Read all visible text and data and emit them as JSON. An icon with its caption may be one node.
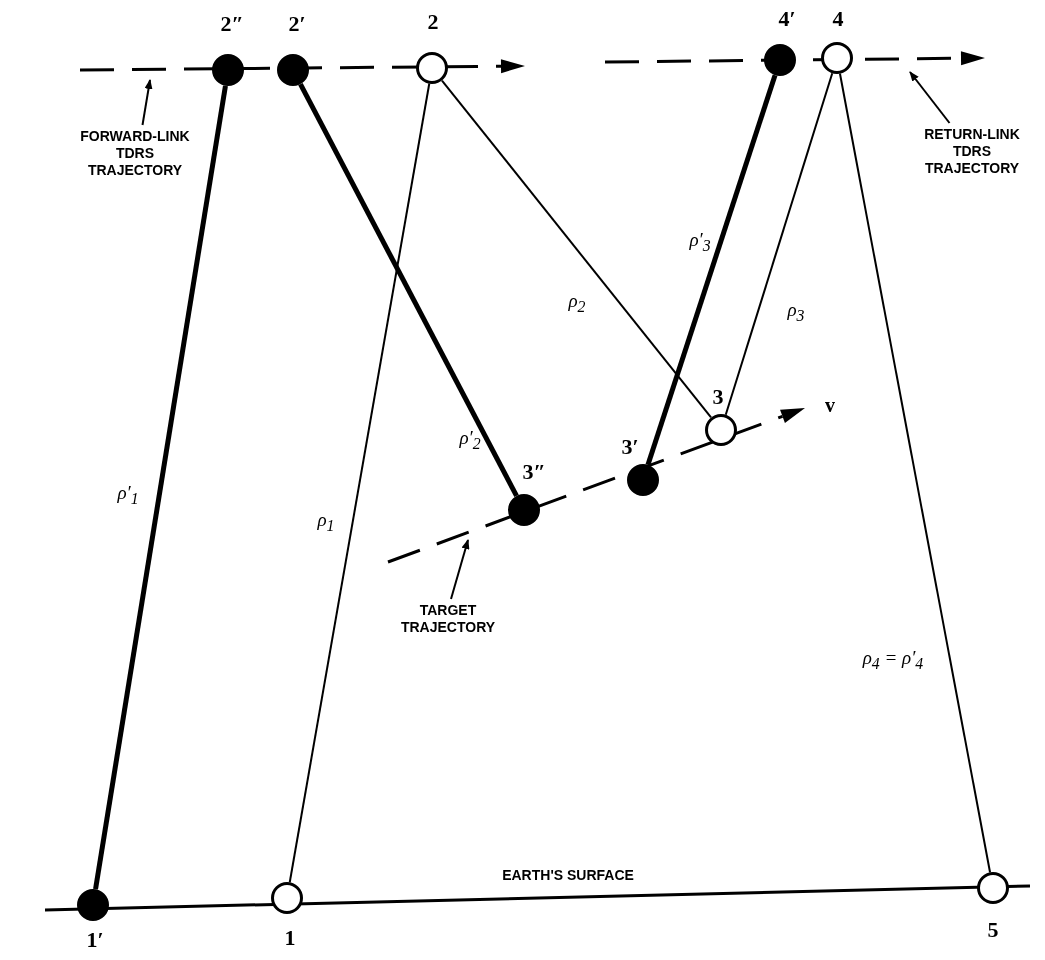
{
  "diagram": {
    "nodes": [
      {
        "text": [],
        "shape": "dot",
        "beside": [
          "2″"
        ]
      },
      {
        "text": [],
        "shape": "dot",
        "beside": [
          "2′"
        ]
      },
      {
        "text": [],
        "shape": "circle",
        "beside": [
          "2"
        ]
      },
      {
        "text": [],
        "shape": "dot",
        "beside": [
          "4′"
        ]
      },
      {
        "text": [],
        "shape": "circle",
        "beside": [
          "4"
        ]
      },
      {
        "text": [
          "FORWARD-LINK TDRS TRAJECTORY"
        ]
      },
      {
        "text": [
          "RETURN-LINK TDRS TRAJECTORY"
        ]
      },
      {
        "text": [],
        "shape": "circle",
        "beside": [
          "3"
        ]
      },
      {
        "text": [],
        "shape": "dot",
        "beside": [
          "3′"
        ]
      },
      {
        "text": [],
        "shape": "dot",
        "beside": [
          "3″"
        ]
      },
      {
        "text": [
          "TARGET TRAJECTORY"
        ]
      },
      {
        "text": [],
        "shape": "dot",
        "beside": [
          "1′"
        ]
      },
      {
        "text": [],
        "shape": "circle",
        "beside": [
          "1"
        ]
      },
      {
        "text": [],
        "shape": "circle",
        "beside": [
          "5"
        ]
      }
    ],
    "edges": [
      {
        "from": 11,
        "to": 0,
        "arrow": "none",
        "style": "thick",
        "label": "ρ′$_{1}$"
      },
      {
        "from": 12,
        "to": 2,
        "arrow": "none",
        "label": "ρ$_{1}$"
      },
      {
        "from": 1,
        "to": 9,
        "arrow": "none",
        "style": "thick",
        "label": "ρ′$_{2}$"
      },
      {
        "from": 2,
        "to": 7,
        "arrow": "none",
        "label": "ρ$_{2}$"
      },
      {
        "from": 8,
        "to": 3,
        "arrow": "none",
        "style": "thick",
        "label": "ρ′$_{3}$"
      },
      {
        "from": 7,
        "to": 4,
        "arrow": "none",
        "label": "ρ$_{3}$"
      },
      {
        "from": 4,
        "to": 13,
        "arrow": "none",
        "label": "ρ$_{4}$ = ρ′$_{4}$"
      },
      {
        "from": 5,
        "to": null,
        "arrow": "to"
      },
      {
        "from": 6,
        "to": null,
        "arrow": "to"
      },
      {
        "from": 10,
        "to": null,
        "arrow": "to"
      }
    ],
    "labels": [
      "v",
      "EARTH'S SURFACE"
    ]
  }
}
